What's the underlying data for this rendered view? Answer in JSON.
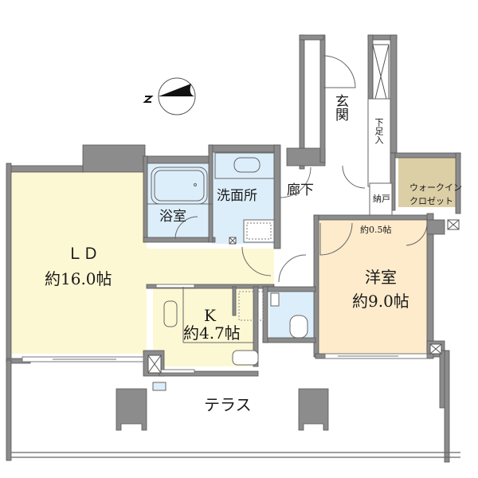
{
  "floorplan": {
    "compass": {
      "label": "N",
      "icon": "north-arrow-icon"
    },
    "rooms": {
      "ld": {
        "name": "ＬＤ",
        "size": "約16.0帖"
      },
      "kitchen": {
        "name": "K",
        "size": "約4.7帖"
      },
      "western": {
        "name": "洋室",
        "size": "約9.0帖"
      },
      "bath": {
        "name": "浴室"
      },
      "washroom": {
        "name": "洗面所"
      },
      "hallway": {
        "name": "廊下"
      },
      "entrance": {
        "name": "玄関"
      },
      "shoe_box": {
        "name": "下足入"
      },
      "storage": {
        "name": "納戸",
        "size": "約0.5帖"
      },
      "walkin_closet": {
        "line1": "ウォークイン",
        "line2": "クロゼット"
      },
      "terrace": {
        "name": "テラス"
      }
    },
    "colors": {
      "wall": "#8c8c8c",
      "living": "#fdf8d4",
      "western": "#fdebcc",
      "wet": "#ddeefb",
      "closet": "#dccfa6",
      "line": "#555555"
    }
  }
}
